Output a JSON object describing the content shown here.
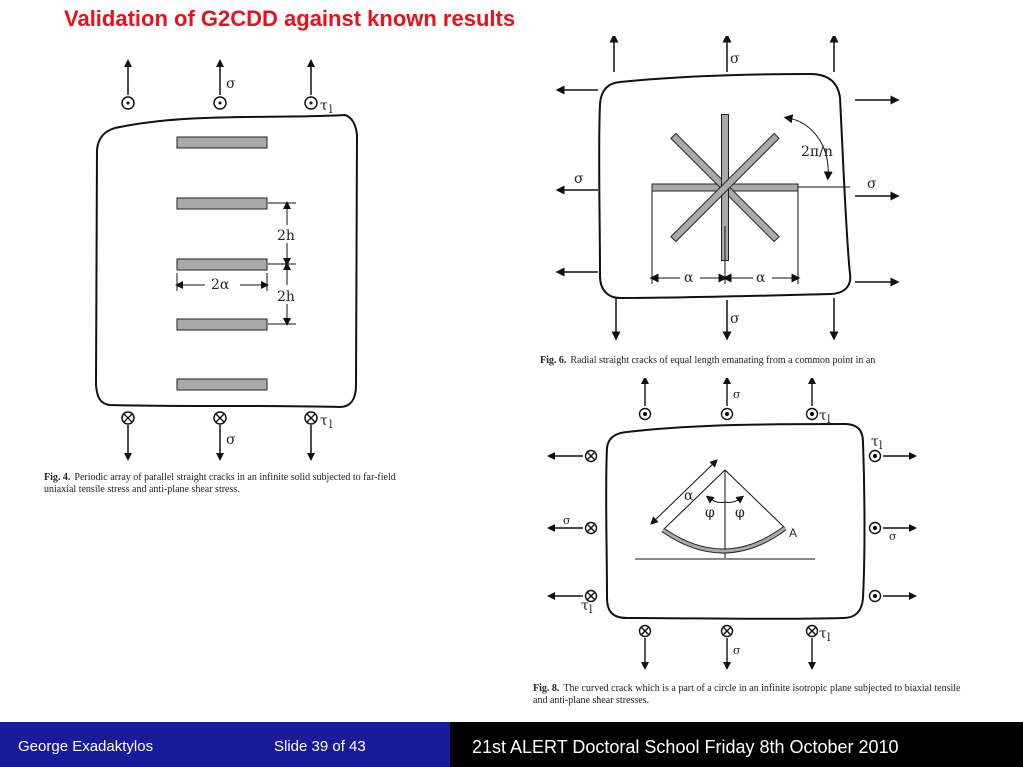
{
  "slide": {
    "title": "Validation of G2CDD against known results"
  },
  "fig4": {
    "caption_label": "Fig. 4.",
    "caption_text": "Periodic array of parallel straight cracks in an infinite solid subjected to far-field uniaxial tensile stress and anti-plane shear stress.",
    "labels": {
      "sigma_top": "σ",
      "tau_top": "τ",
      "tau_sub": "l",
      "sigma_bottom": "σ",
      "tau_bottom": "τ",
      "spacing_1": "2h",
      "spacing_2": "2h",
      "width": "2α"
    }
  },
  "fig6": {
    "caption_label": "Fig. 6.",
    "caption_text": "Radial straight cracks of equal length emanating from a common point in an",
    "labels": {
      "sigma_top": "σ",
      "sigma_left": "σ",
      "sigma_right": "σ",
      "sigma_bottom": "σ",
      "angle": "2π/n",
      "alpha_left": "α",
      "alpha_right": "α"
    }
  },
  "fig8": {
    "caption_label": "Fig. 8.",
    "caption_text": "The curved crack which is a part of a circle in an infinite isotropic plane subjected to biaxial tensile and anti-plane shear stresses.",
    "labels": {
      "sigma_top": "σ",
      "tau_top": "τ",
      "sigma_left": "σ",
      "sigma_right": "σ",
      "tau_right": "τ",
      "tau_left": "τ",
      "sigma_bottom": "σ",
      "tau_bottom": "τ",
      "sub": "l",
      "alpha": "α",
      "phi_left": "φ",
      "phi_right": "φ",
      "point": "A"
    }
  },
  "footer": {
    "author": "George Exadaktylos",
    "slide_number": "Slide 39 of 43",
    "event": "21st ALERT Doctoral School Friday 8th October 2010"
  },
  "colors": {
    "title": "#e8101c",
    "footer_left_bg": "#1a1a9c",
    "footer_right_bg": "#000000",
    "crack_fill": "#a9a9a9"
  }
}
